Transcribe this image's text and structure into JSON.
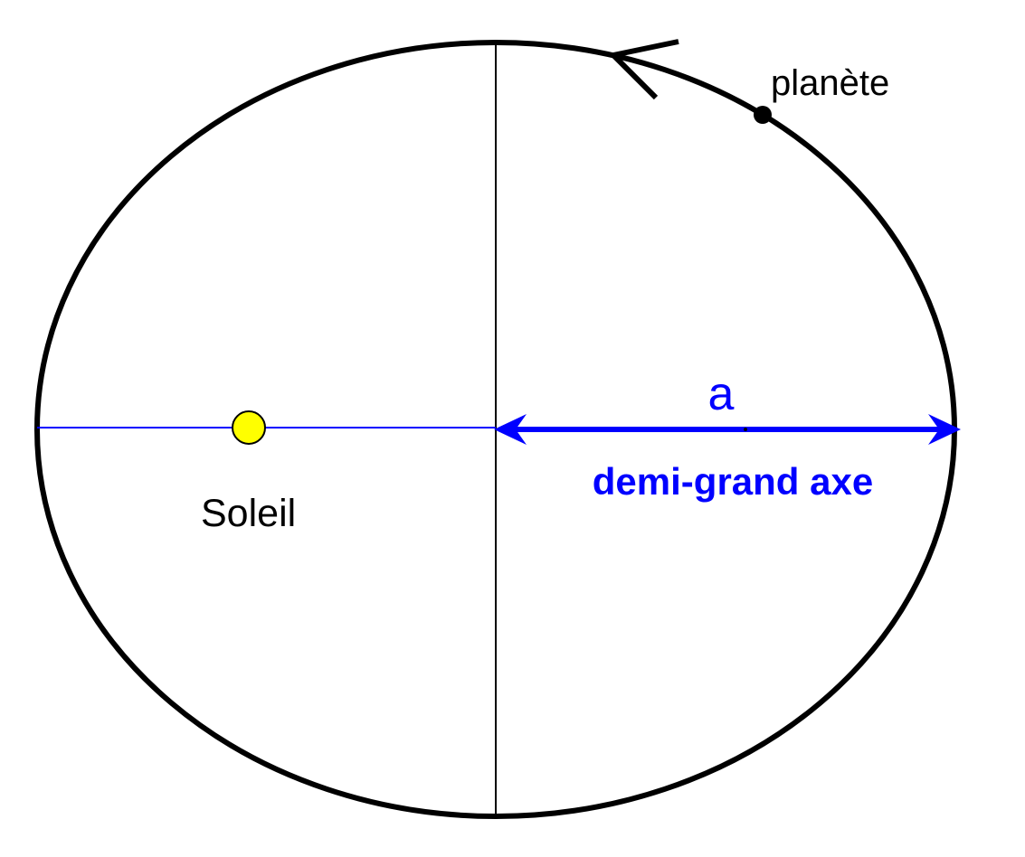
{
  "labels": {
    "planet": "planète",
    "sun": "Soleil",
    "semi_major_symbol": "a",
    "semi_major_caption": "demi-grand axe"
  },
  "colors": {
    "orbit": "#000000",
    "axis_accent": "#0000ff",
    "sun_fill": "#ffff00",
    "sun_stroke": "#000000",
    "planet_fill": "#000000",
    "background": "#ffffff"
  }
}
